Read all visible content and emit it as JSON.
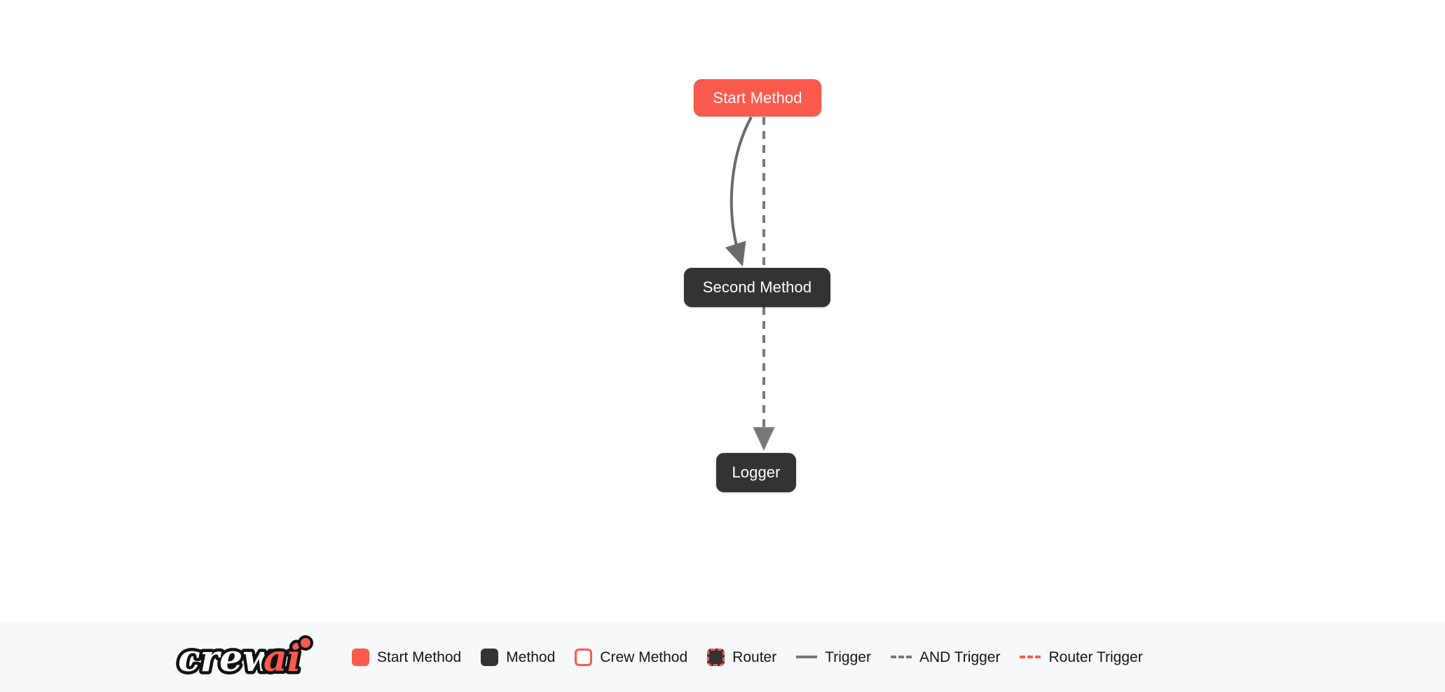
{
  "canvas": {
    "background": "#ffffff",
    "nodes": [
      {
        "id": "start-method",
        "label": "Start Method",
        "type": "start",
        "color": "#fd5a4e",
        "text_color": "#ffffff"
      },
      {
        "id": "second-method",
        "label": "Second Method",
        "type": "method",
        "color": "#333333",
        "text_color": "#ffffff"
      },
      {
        "id": "logger",
        "label": "Logger",
        "type": "method",
        "color": "#333333",
        "text_color": "#ffffff"
      }
    ],
    "edges": [
      {
        "id": "start-to-second-trigger",
        "from": "start-method",
        "to": "second-method",
        "style": "solid",
        "color": "#646464",
        "kind": "Trigger"
      },
      {
        "id": "start-to-second-and",
        "from": "start-method",
        "to": "second-method",
        "style": "dashed",
        "color": "#787878",
        "kind": "AND Trigger"
      },
      {
        "id": "second-to-logger",
        "from": "second-method",
        "to": "logger",
        "style": "dashed",
        "color": "#787878",
        "kind": "AND Trigger"
      }
    ]
  },
  "legend": {
    "background": "#f7f8fa",
    "brand": {
      "name": "crewai",
      "part_light": "crew",
      "part_accent": "ai",
      "accent_color": "#fd5a4e",
      "outline_color": "#111111",
      "light_color": "#ffffff"
    },
    "items": [
      {
        "key": "start-method",
        "label": "Start Method",
        "marker": "square-filled",
        "color": "#fd5a4e"
      },
      {
        "key": "method",
        "label": "Method",
        "marker": "square-filled",
        "color": "#333333"
      },
      {
        "key": "crew-method",
        "label": "Crew Method",
        "marker": "square-outline",
        "color": "#fd5a4e"
      },
      {
        "key": "router",
        "label": "Router",
        "marker": "square-dashed",
        "color": "#333333"
      },
      {
        "key": "trigger",
        "label": "Trigger",
        "marker": "line-solid",
        "color": "#787878"
      },
      {
        "key": "and-trigger",
        "label": "AND Trigger",
        "marker": "line-dashed",
        "color": "#787878"
      },
      {
        "key": "router-trigger",
        "label": "Router Trigger",
        "marker": "line-dashed",
        "color": "#fd5a4e"
      }
    ]
  }
}
